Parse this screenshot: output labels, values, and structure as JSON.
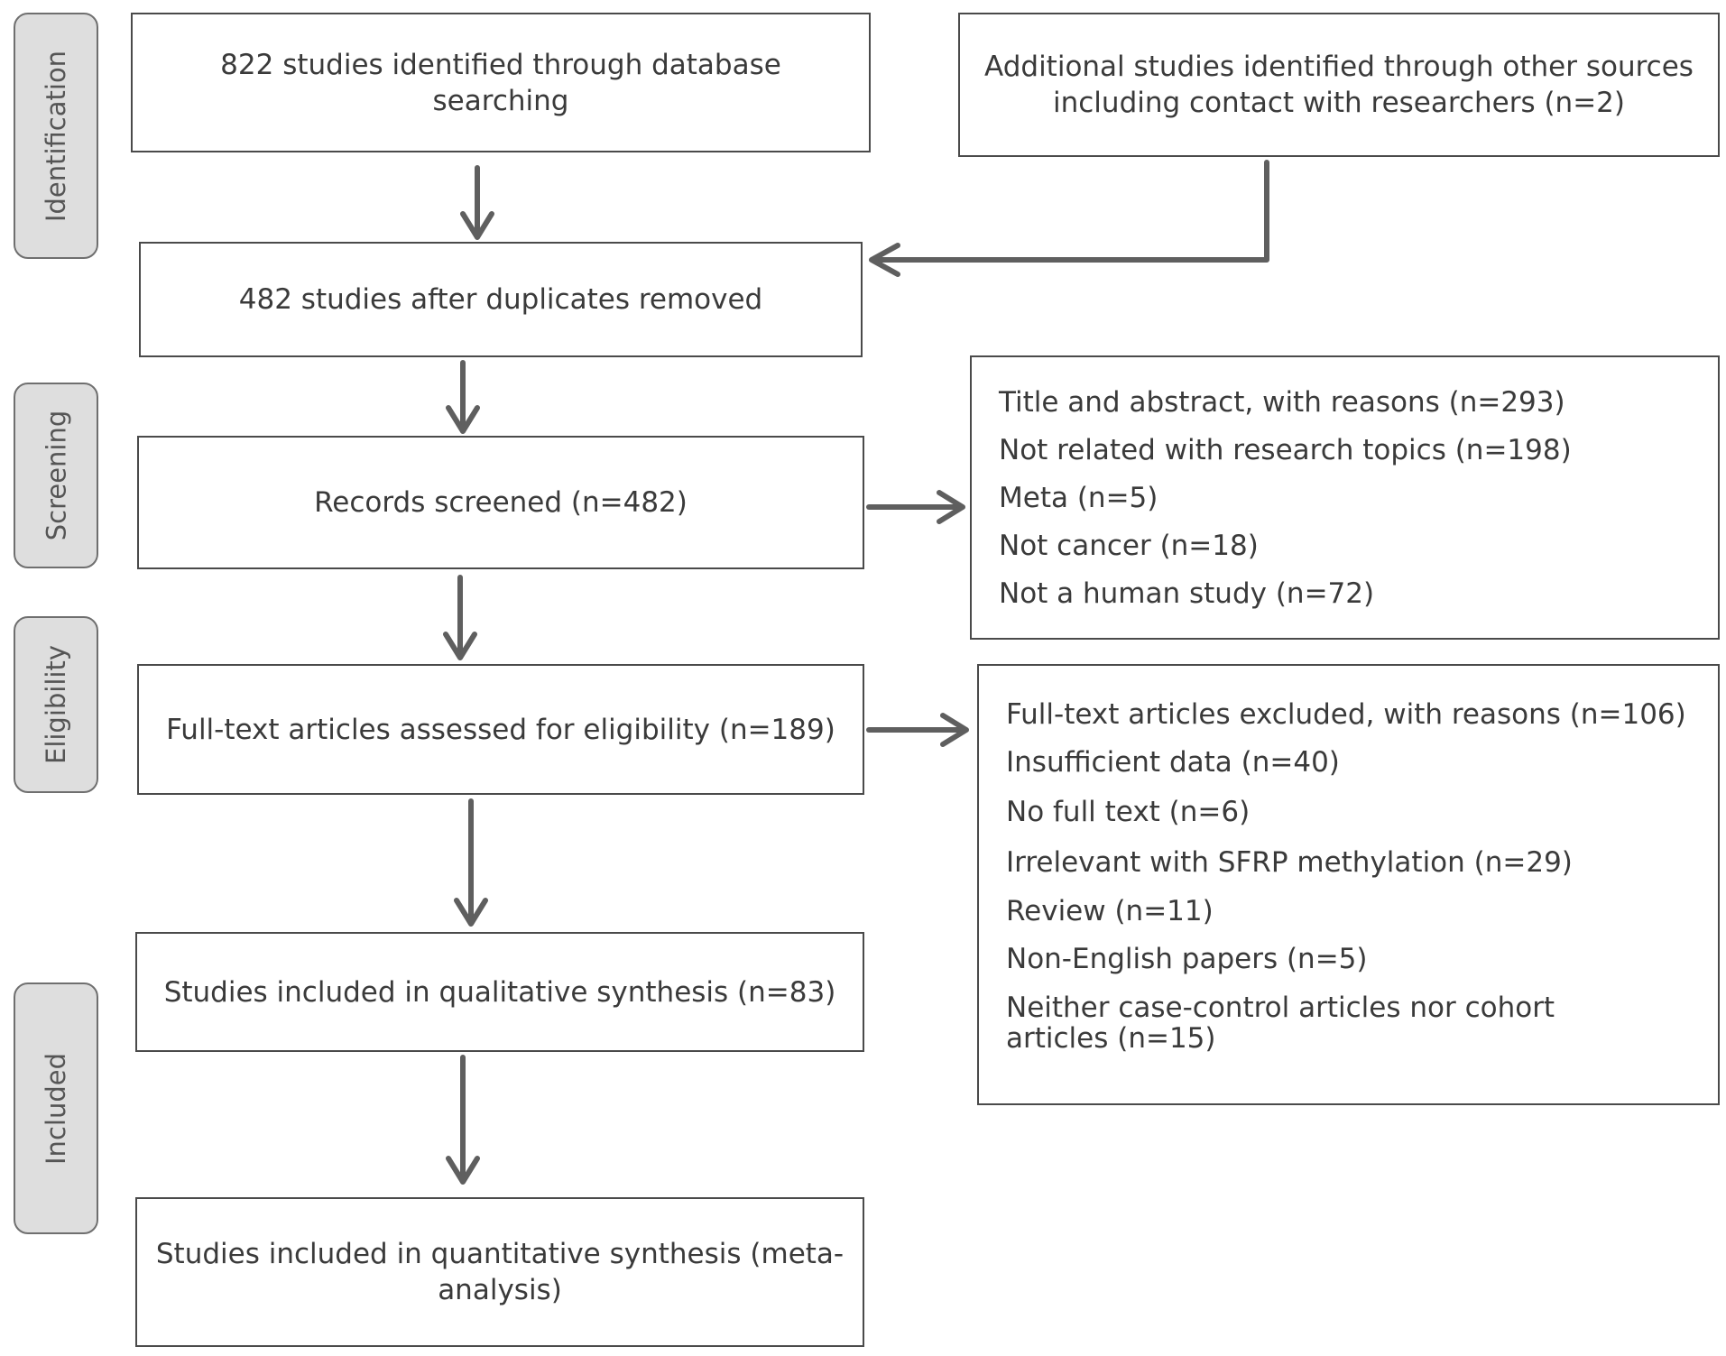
{
  "phases": {
    "identification": "Identification",
    "screening": "Screening",
    "eligibility": "Eligibility",
    "included": "Included"
  },
  "boxes": {
    "database": "822 studies identified through database searching",
    "other_sources": "Additional studies identified through other sources including contact with researchers (n=2)",
    "duplicates_removed": "482 studies after duplicates removed",
    "screened": "Records screened (n=482)",
    "eligibility": "Full-text articles assessed for eligibility (n=189)",
    "qualitative": "Studies included in qualitative synthesis (n=83)",
    "quantitative": "Studies included in quantitative synthesis (meta-analysis)"
  },
  "screening_exclusions": [
    "Title and abstract, with reasons (n=293)",
    "Not related with research topics (n=198)",
    "Meta (n=5)",
    "Not cancer (n=18)",
    "Not a human study (n=72)"
  ],
  "fulltext_exclusions": [
    "Full-text articles excluded, with reasons (n=106)",
    "Insufficient data (n=40)",
    "No full text (n=6)",
    "Irrelevant with SFRP methylation (n=29)",
    "Review (n=11)",
    "Non-English papers (n=5)",
    "Neither case-control articles nor cohort articles (n=15)"
  ]
}
